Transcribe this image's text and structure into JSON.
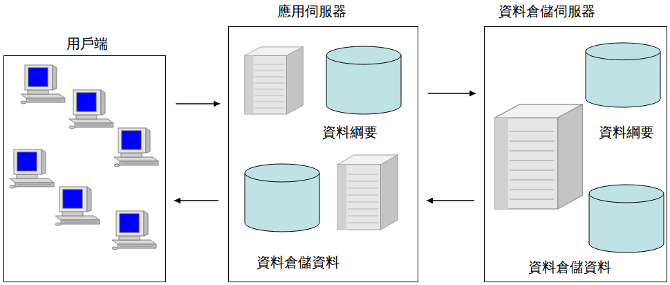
{
  "diagram": {
    "nodes": [
      {
        "text": [
          "用戶端"
        ]
      },
      {
        "text": [
          "應用伺服器"
        ]
      },
      {
        "text": [
          "資料綱要"
        ],
        "in": 1
      },
      {
        "text": [
          "資料倉儲資料"
        ],
        "in": 1
      },
      {
        "text": [
          "資料倉儲伺服器"
        ]
      },
      {
        "text": [
          "資料綱要"
        ],
        "in": 4
      },
      {
        "text": [
          "資料倉儲資料"
        ],
        "in": 4
      }
    ],
    "edges": [
      {
        "from": 0,
        "to": 1,
        "arrow": "to"
      },
      {
        "from": 1,
        "to": 0,
        "arrow": "to"
      },
      {
        "from": 1,
        "to": 4,
        "arrow": "to"
      },
      {
        "from": 4,
        "to": 1,
        "arrow": "to"
      }
    ]
  }
}
